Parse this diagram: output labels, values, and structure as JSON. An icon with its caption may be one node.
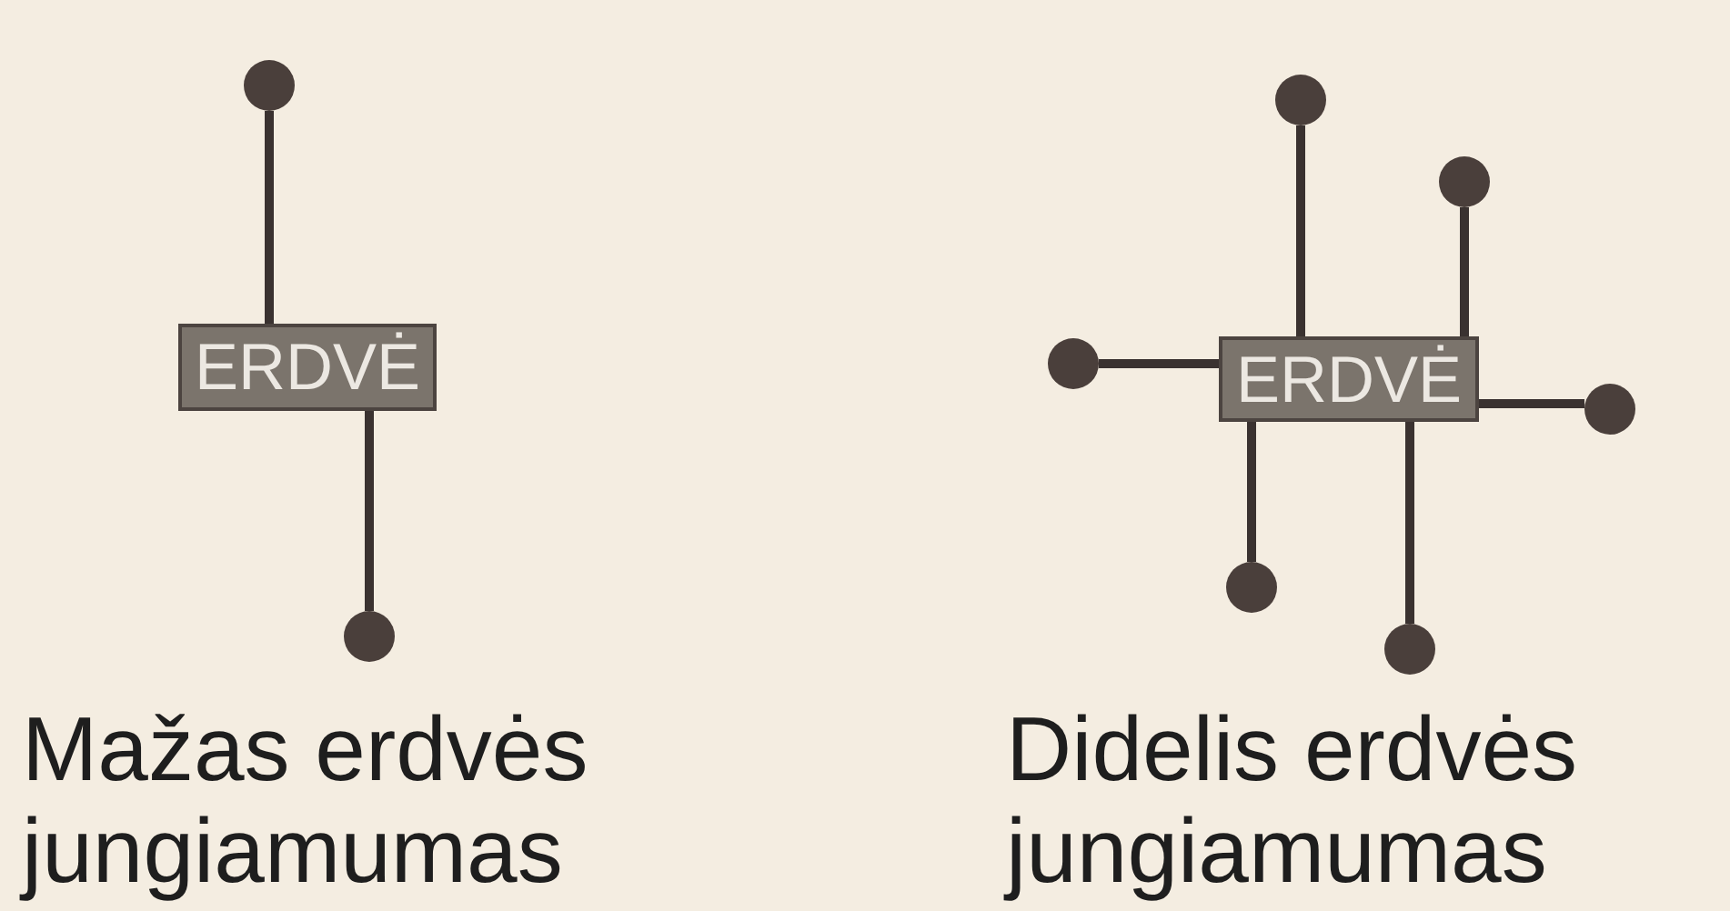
{
  "diagram": {
    "nodes": [
      {
        "text": [
          "ERDVĖ"
        ]
      },
      {
        "text": [],
        "shape": "circle"
      },
      {
        "text": [],
        "shape": "circle"
      },
      {
        "text": [
          "ERDVĖ"
        ]
      },
      {
        "text": [],
        "shape": "circle"
      },
      {
        "text": [],
        "shape": "circle"
      },
      {
        "text": [],
        "shape": "circle"
      },
      {
        "text": [],
        "shape": "circle"
      },
      {
        "text": [],
        "shape": "circle"
      },
      {
        "text": [],
        "shape": "circle"
      }
    ],
    "edges": [
      {
        "from": 0,
        "to": 1,
        "arrow": "none"
      },
      {
        "from": 0,
        "to": 2,
        "arrow": "none"
      },
      {
        "from": 3,
        "to": 4,
        "arrow": "none"
      },
      {
        "from": 3,
        "to": 5,
        "arrow": "none"
      },
      {
        "from": 3,
        "to": 6,
        "arrow": "none"
      },
      {
        "from": 3,
        "to": 7,
        "arrow": "none"
      },
      {
        "from": 3,
        "to": 8,
        "arrow": "none"
      },
      {
        "from": 3,
        "to": 9,
        "arrow": "none"
      }
    ],
    "labels": [
      "Mažas erdvės jungiamumas",
      "Didelis erdvės jungiamumas"
    ]
  }
}
